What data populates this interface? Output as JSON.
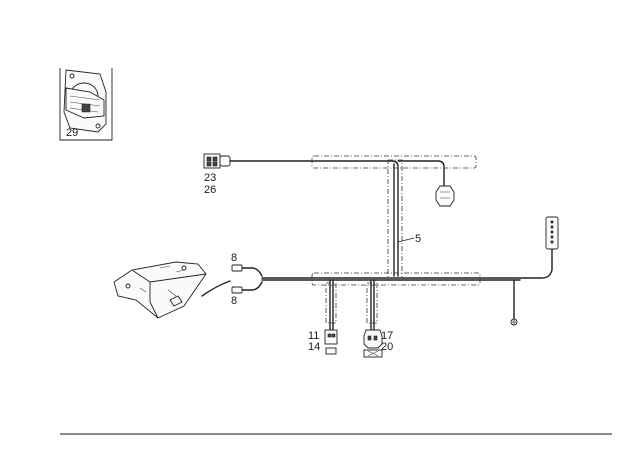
{
  "callouts": {
    "inset_bracket": "29",
    "connector_top_a": "23",
    "connector_top_b": "26",
    "harness": "5",
    "pigtail_upper": "8",
    "pigtail_lower": "8",
    "connector_mid_a": "11",
    "connector_mid_b": "14",
    "connector_right_a": "17",
    "connector_right_b": "20"
  }
}
